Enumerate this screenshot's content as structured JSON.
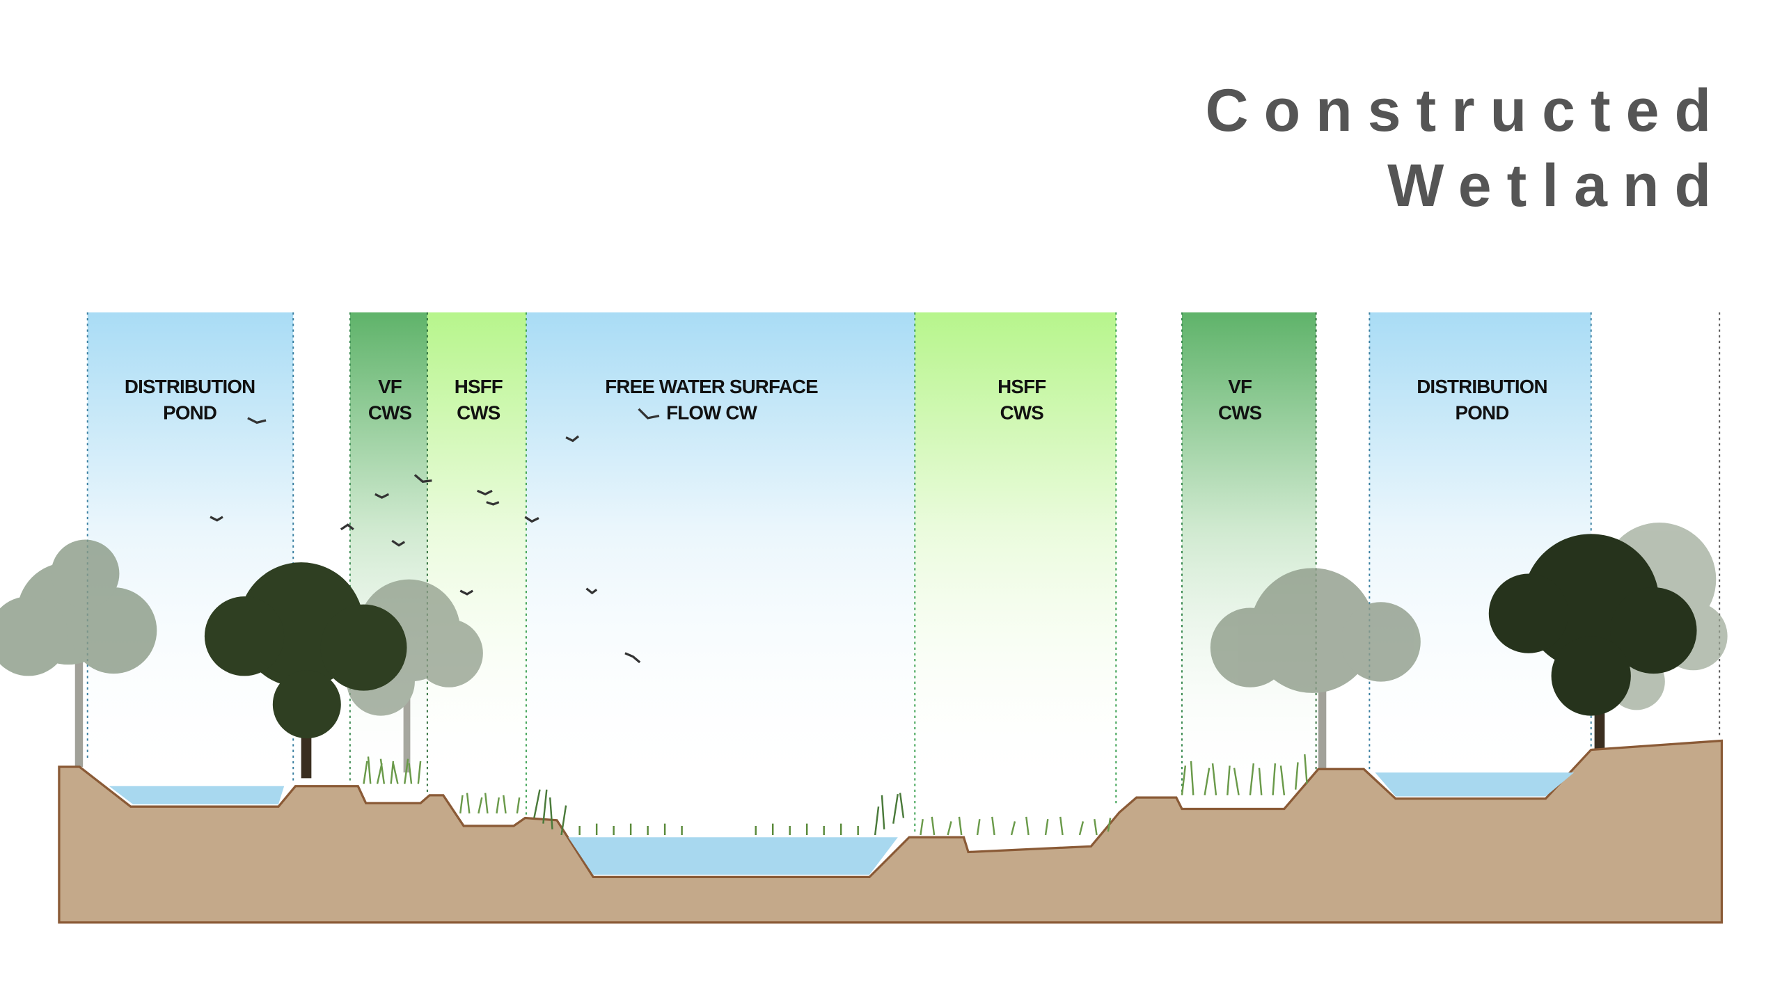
{
  "title": {
    "line1": "Constructed",
    "line2": "Wetland"
  },
  "zones": [
    {
      "line1": "DISTRIBUTION",
      "line2": "POND",
      "type": "pond"
    },
    {
      "line1": "VF",
      "line2": "CWS",
      "type": "vf"
    },
    {
      "line1": "HSFF",
      "line2": "CWS",
      "type": "hsff"
    },
    {
      "line1": "FREE WATER SURFACE",
      "line2": "FLOW CW",
      "type": "pond"
    },
    {
      "line1": "HSFF",
      "line2": "CWS",
      "type": "hsff"
    },
    {
      "line1": "VF",
      "line2": "CWS",
      "type": "vf"
    },
    {
      "line1": "DISTRIBUTION",
      "line2": "POND",
      "type": "pond"
    }
  ],
  "colors": {
    "pond": "#a9dcf5",
    "vf": "#5fb36a",
    "hsff": "#b7f58c",
    "soil": "#c4a98a",
    "soil_edge": "#8a5a36",
    "water": "#a8d8ef",
    "title": "#555555"
  }
}
